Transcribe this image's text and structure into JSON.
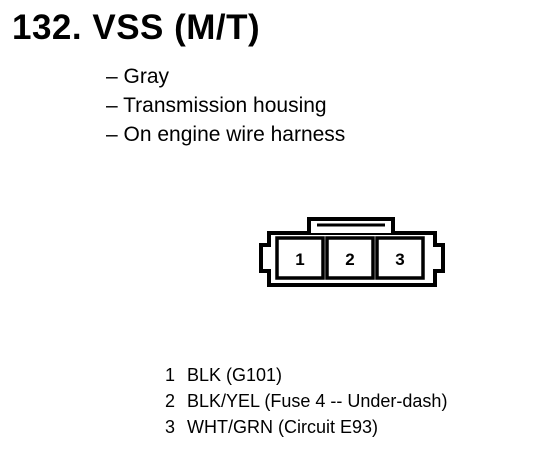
{
  "title": "132. VSS (M/T)",
  "details": [
    "– Gray",
    "– Transmission housing",
    "– On engine wire harness"
  ],
  "connector": {
    "terminals": [
      "1",
      "2",
      "3"
    ]
  },
  "pinout": [
    {
      "pin": "1",
      "description": "BLK (G101)"
    },
    {
      "pin": "2",
      "description": "BLK/YEL (Fuse 4 -- Under-dash)"
    },
    {
      "pin": "3",
      "description": "WHT/GRN (Circuit E93)"
    }
  ]
}
